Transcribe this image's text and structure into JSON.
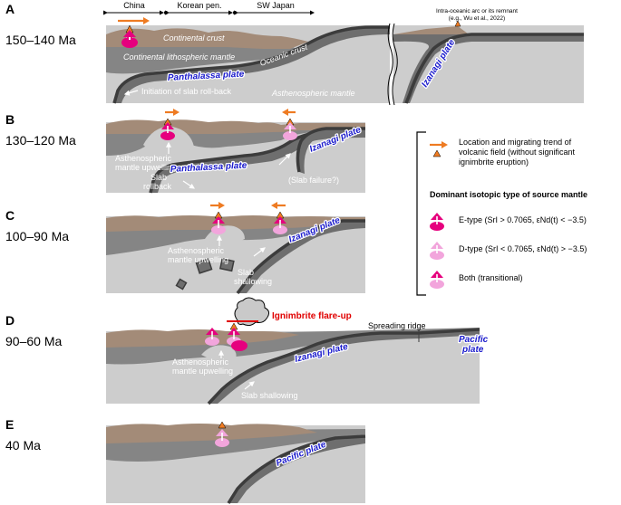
{
  "regions": {
    "china": "China",
    "korea": "Korean pen.",
    "japan": "SW Japan"
  },
  "arc_note": {
    "line1": "Intra-oceanic arc or its remnant",
    "line2": "(e.g., Wu et al., 2022)"
  },
  "panels": {
    "A": {
      "letter": "A",
      "age": "150–140 Ma",
      "continental_crust": "Continental crust",
      "clm": "Continental lithospheric mantle",
      "oceanic_crust": "Oceanic crust",
      "panthalassa": "Panthalassa plate",
      "izanagi": "Izanagi plate",
      "rollback": "Initiation of slab roll-back",
      "asth": "Asthenospheric mantle"
    },
    "B": {
      "letter": "B",
      "age": "130–120 Ma",
      "upwelling1": "Asthenospheric",
      "upwelling2": "mantle upwelling",
      "panthalassa": "Panthalassa plate",
      "izanagi": "Izanagi plate",
      "rollback1": "Slab",
      "rollback2": "rollback",
      "failure": "(Slab failure?)"
    },
    "C": {
      "letter": "C",
      "age": "100–90 Ma",
      "upwelling1": "Asthenospheric",
      "upwelling2": "mantle upwelling",
      "izanagi": "Izanagi plate",
      "shallow1": "Slab",
      "shallow2": "shallowing"
    },
    "D": {
      "letter": "D",
      "age": "90–60 Ma",
      "flare": "Ignimbrite flare-up",
      "ridge": "Spreading ridge",
      "pacific1": "Pacific",
      "pacific2": "plate",
      "upwelling1": "Asthenospheric",
      "upwelling2": "mantle upwelling",
      "izanagi": "Izanagi plate",
      "shallow": "Slab shallowing"
    },
    "E": {
      "letter": "E",
      "age": "40 Ma",
      "pacific": "Pacific plate"
    }
  },
  "legend": {
    "loc1": "Location and migrating trend of",
    "loc2": "volcanic field (without significant",
    "loc3": "ignimbrite eruption)",
    "heading": "Dominant isotopic type of source mantle",
    "etype": "E-type (SrI > 0.7065, εNd(t) < −3.5)",
    "dtype": "D-type (SrI < 0.7065, εNd(t) > −3.5)",
    "both": "Both (transitional)"
  },
  "colors": {
    "crust": "#a38b78",
    "lith": "#858585",
    "asth": "#cdcdcd",
    "slab": "#3c3c3c",
    "etype": "#e6007e",
    "dtype": "#f2a5dc",
    "arrow": "#ee7b22"
  }
}
